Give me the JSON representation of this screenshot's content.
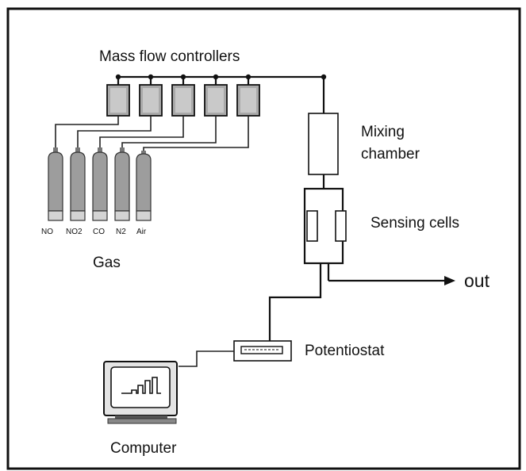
{
  "labels": {
    "mass_flow_controllers": "Mass flow controllers",
    "mixing_chamber_line1": "Mixing",
    "mixing_chamber_line2": "chamber",
    "sensing_cells": "Sensing cells",
    "out": "out",
    "gas": "Gas",
    "potentiostat": "Potentiostat",
    "computer": "Computer"
  },
  "gas_cylinders": [
    {
      "label": "NO"
    },
    {
      "label": "NO2"
    },
    {
      "label": "CO"
    },
    {
      "label": "N2"
    },
    {
      "label": "Air"
    }
  ]
}
